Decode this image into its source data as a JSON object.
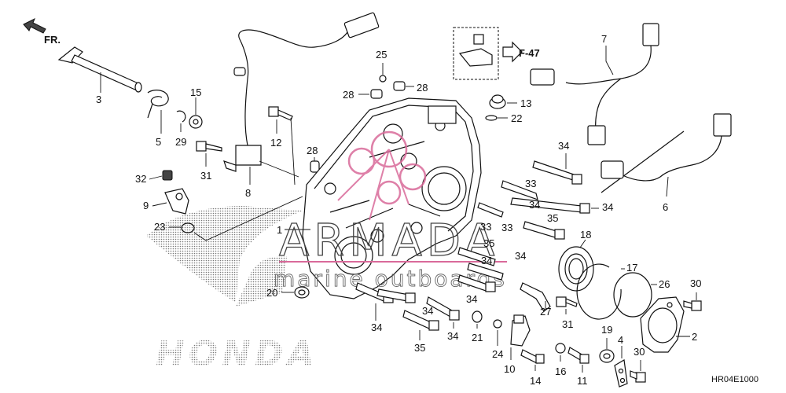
{
  "direction_label": "FR.",
  "ref_page": "F-47",
  "diagram_code": "HR04E1000",
  "brand_background": "HONDA",
  "watermark": {
    "title": "ARMADA",
    "subtitle": "marine outboards"
  },
  "callouts": {
    "c1": "1",
    "c2": "2",
    "c3": "3",
    "c4": "4",
    "c5": "5",
    "c6": "6",
    "c7": "7",
    "c8": "8",
    "c9": "9",
    "c10": "10",
    "c11": "11",
    "c12": "12",
    "c13": "13",
    "c14": "14",
    "c15": "15",
    "c16": "16",
    "c17": "17",
    "c18": "18",
    "c19": "19",
    "c20": "20",
    "c21": "21",
    "c22": "22",
    "c23": "23",
    "c24": "24",
    "c25": "25",
    "c26": "26",
    "c27": "27",
    "c28a": "28",
    "c28b": "28",
    "c28c": "28",
    "c29": "29",
    "c30a": "30",
    "c30b": "30",
    "c31a": "31",
    "c31b": "31",
    "c32": "32",
    "c33a": "33",
    "c33b": "33",
    "c33c": "33",
    "c34a": "34",
    "c34b": "34",
    "c34c": "34",
    "c34d": "34",
    "c34e": "34",
    "c34f": "34",
    "c34g": "34",
    "c34h": "34",
    "c34i": "34",
    "c35a": "35",
    "c35b": "35",
    "c35c": "35"
  },
  "colors": {
    "lines": "#111111",
    "watermark_logo": "#d96a9a",
    "background": "#ffffff"
  }
}
